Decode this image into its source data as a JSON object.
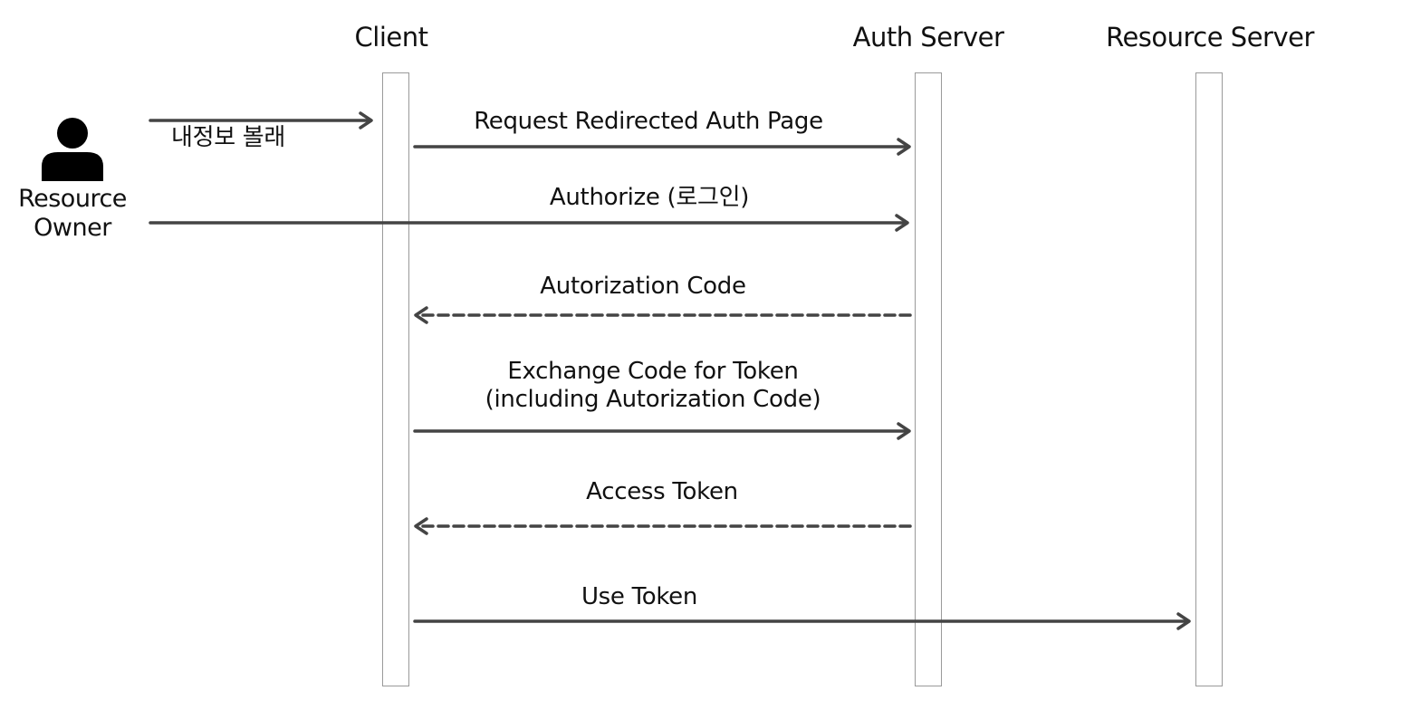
{
  "participants": {
    "client": "Client",
    "auth_server": "Auth Server",
    "resource_server": "Resource Server",
    "resource_owner_line1": "Resource",
    "resource_owner_line2": "Owner"
  },
  "icons": {
    "resource_owner": "person-icon"
  },
  "messages": [
    {
      "label": "내정보 볼래",
      "from": "resource_owner",
      "to": "client",
      "style": "solid"
    },
    {
      "label": "Request Redirected Auth Page",
      "from": "client",
      "to": "auth_server",
      "style": "solid"
    },
    {
      "label": "Authorize (로그인)",
      "from": "resource_owner",
      "to": "auth_server",
      "style": "solid"
    },
    {
      "label": "Autorization Code",
      "from": "auth_server",
      "to": "client",
      "style": "dashed"
    },
    {
      "label_line1": "Exchange Code for Token",
      "label_line2": "(including Autorization Code)",
      "from": "client",
      "to": "auth_server",
      "style": "solid"
    },
    {
      "label": "Access Token",
      "from": "auth_server",
      "to": "client",
      "style": "dashed"
    },
    {
      "label": "Use Token",
      "from": "client",
      "to": "resource_server",
      "style": "solid"
    }
  ],
  "colors": {
    "arrow": "#444444",
    "lifeline_border": "#9a9a9a",
    "text": "#111111"
  }
}
